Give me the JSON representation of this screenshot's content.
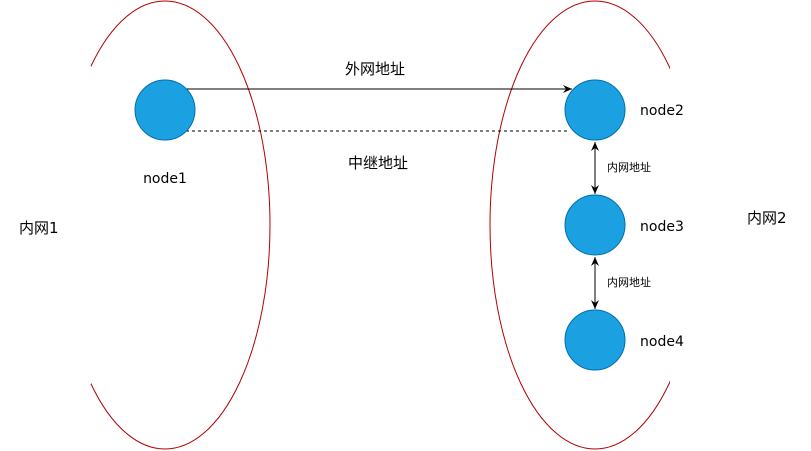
{
  "colors": {
    "ellipse": "#b20000",
    "node_fill": "#1ba1e2",
    "node_stroke": "#006eaf",
    "edge": "#000000"
  },
  "groups": [
    {
      "label": "内网1"
    },
    {
      "label": "内网2"
    }
  ],
  "nodes": [
    {
      "label": "node1"
    },
    {
      "label": "node2"
    },
    {
      "label": "node3"
    },
    {
      "label": "node4"
    }
  ],
  "edges": [
    {
      "from": "node1",
      "to": "node2",
      "style": "solid-arrow",
      "label": "外网地址"
    },
    {
      "from": "node1",
      "to": "node2",
      "style": "dashed",
      "label": "中继地址"
    },
    {
      "from": "node2",
      "to": "node3",
      "style": "double-arrow",
      "label": "内网地址"
    },
    {
      "from": "node3",
      "to": "node4",
      "style": "double-arrow",
      "label": "内网地址"
    }
  ]
}
